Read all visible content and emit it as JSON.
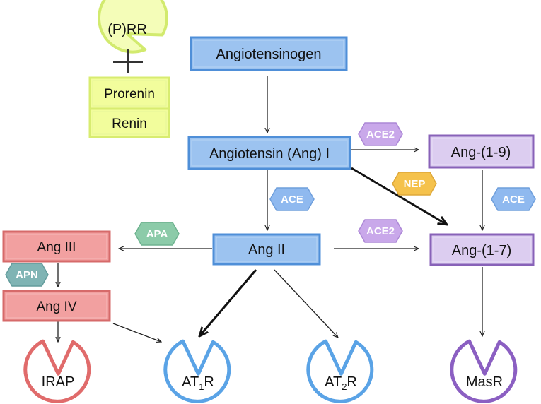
{
  "nodes": {
    "prr": "(P)RR",
    "prorenin": "Prorenin",
    "renin": "Renin",
    "angiotensinogen": "Angiotensinogen",
    "ang_i": "Angiotensin (Ang) I",
    "ang_1_9": "Ang-(1-9)",
    "ang_ii": "Ang II",
    "ang_1_7": "Ang-(1-7)",
    "ang_iii": "Ang III",
    "ang_iv": "Ang IV"
  },
  "receptors": {
    "irap": "IRAP",
    "at1r": {
      "base": "AT",
      "sub": "1",
      "suffix": "R"
    },
    "at2r": {
      "base": "AT",
      "sub": "2",
      "suffix": "R"
    },
    "masr": "MasR"
  },
  "enzymes": {
    "ace2_top": "ACE2",
    "nep": "NEP",
    "ace_left": "ACE",
    "ace_right": "ACE",
    "apa": "APA",
    "ace2_mid": "ACE2",
    "apn": "APN"
  },
  "colors": {
    "blue_fill": "#9cc3f0",
    "blue_stroke": "#4f8fd8",
    "purple_fill": "#dccdf0",
    "purple_stroke": "#8862b8",
    "red_fill": "#f2a0a0",
    "red_stroke": "#d66a6a",
    "yellow_fill": "#f2fd9c",
    "yellow_stroke": "#d8ec70",
    "prr_stroke": "#cfe868",
    "enz_purple": "#c9a8ea",
    "enz_orange": "#f5c24c",
    "enz_blue": "#8fb9ef",
    "enz_green": "#8ccba9",
    "enz_teal": "#7fb4b4"
  }
}
